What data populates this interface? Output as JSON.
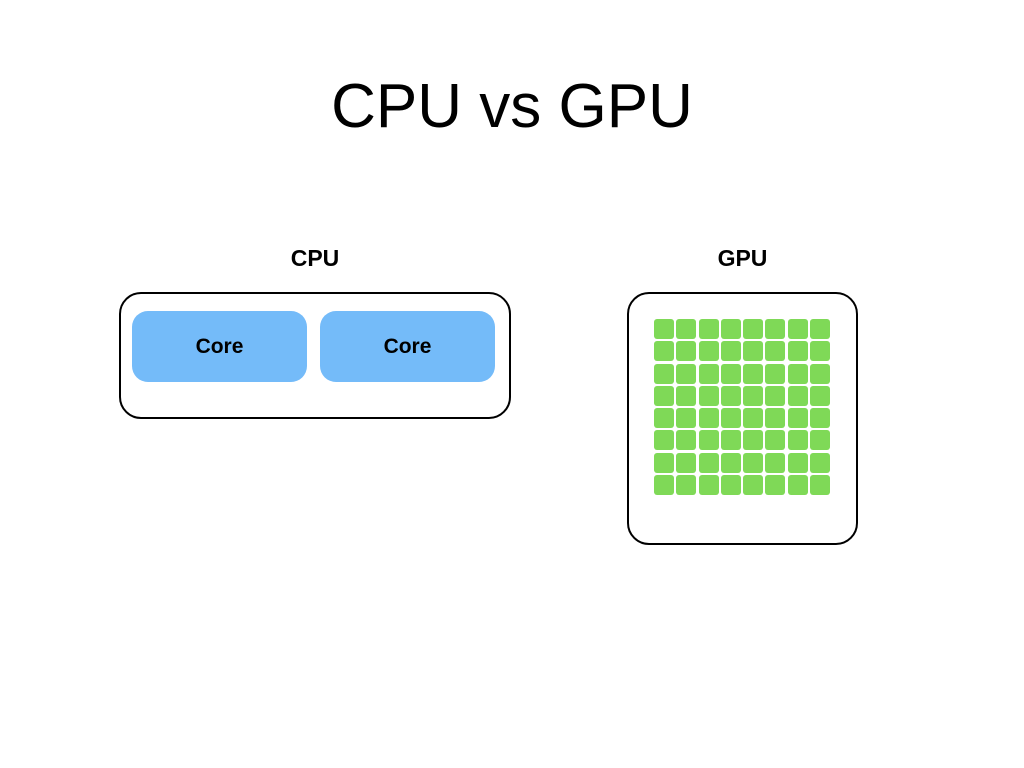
{
  "title": "CPU vs GPU",
  "cpu": {
    "label": "CPU",
    "cores": [
      {
        "label": "Core"
      },
      {
        "label": "Core"
      }
    ]
  },
  "gpu": {
    "label": "GPU",
    "grid_rows": 8,
    "grid_cols": 8
  },
  "colors": {
    "cpu_core": "#74BBF9",
    "gpu_core": "#7FD957",
    "outline": "#000000"
  }
}
